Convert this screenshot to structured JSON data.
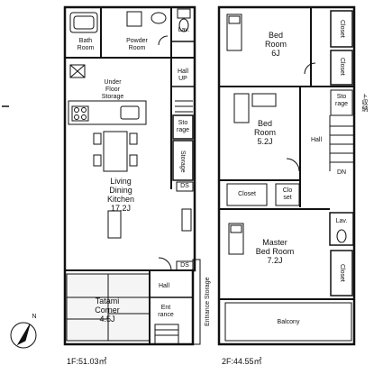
{
  "floors": {
    "first": {
      "area_label": "1F:51.03㎡",
      "rooms": {
        "bath": "Bath\nRoom",
        "powder": "Powder\nRoom",
        "lav": "Lav.",
        "hall_up": "Hall\nUP",
        "under_floor": "Under\nFloor\nStorage",
        "storage_small": "Sto\nrage",
        "storage_tall": "Storage",
        "ds_top": "DS",
        "ldk": "Living\nDining\nKitchen\n17.2J",
        "ds_bottom": "DS",
        "hall_bottom": "Hall",
        "tatami": "Tatami\nCorner\n4.5J",
        "entrance": "Ent\nrance",
        "entrance_storage": "Entrance Storage"
      }
    },
    "second": {
      "area_label": "2F:44.55㎡",
      "rooms": {
        "bed_6": "Bed\nRoom\n6J",
        "closet_1": "Closet",
        "closet_2": "Closet",
        "storage": "Sto\nrage",
        "bed_52": "Bed\nRoom\n5.2J",
        "hall": "Hall",
        "dn": "DN",
        "closet_3": "Closet",
        "closet_set": "Clo\nset",
        "master": "Master\nBed Room\n7.2J",
        "lav": "Lav.",
        "closet_4": "Closet",
        "balcony": "Balcony",
        "storage_side": "ト収納"
      }
    }
  },
  "compass": {
    "north_label": "N"
  },
  "colors": {
    "line": "#111111",
    "wall": "#1a1a1a",
    "paper": "#ffffff",
    "tatami": "#f5f5f5"
  }
}
